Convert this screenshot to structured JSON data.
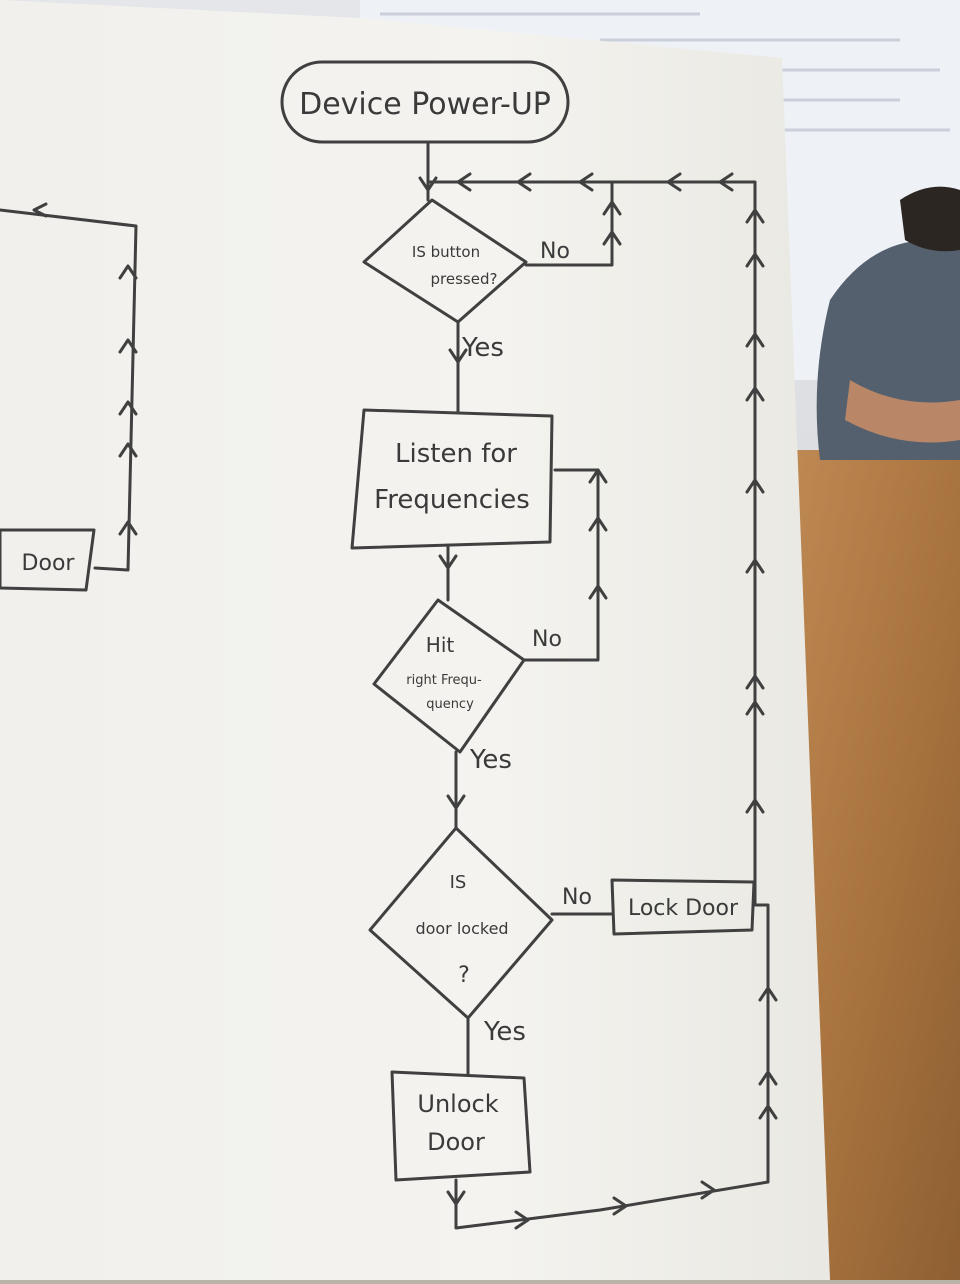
{
  "flowchart": {
    "start": "Device Power-UP",
    "decision_button": [
      "IS button",
      "pressed?"
    ],
    "listen": [
      "Listen for",
      "Frequencies"
    ],
    "decision_freq": [
      "Hit",
      "right Frequ-",
      "quency"
    ],
    "decision_locked": [
      "IS",
      "door locked",
      "?"
    ],
    "lock_door": "Lock Door",
    "unlock_door": [
      "Unlock",
      "Door"
    ],
    "left_partial_box": "Door",
    "label_no": "No",
    "label_yes": "Yes"
  },
  "colors": {
    "paper": "#f4f3ee",
    "ink": "#404040",
    "table": "#b07a45",
    "background": "#c8c4bb"
  }
}
